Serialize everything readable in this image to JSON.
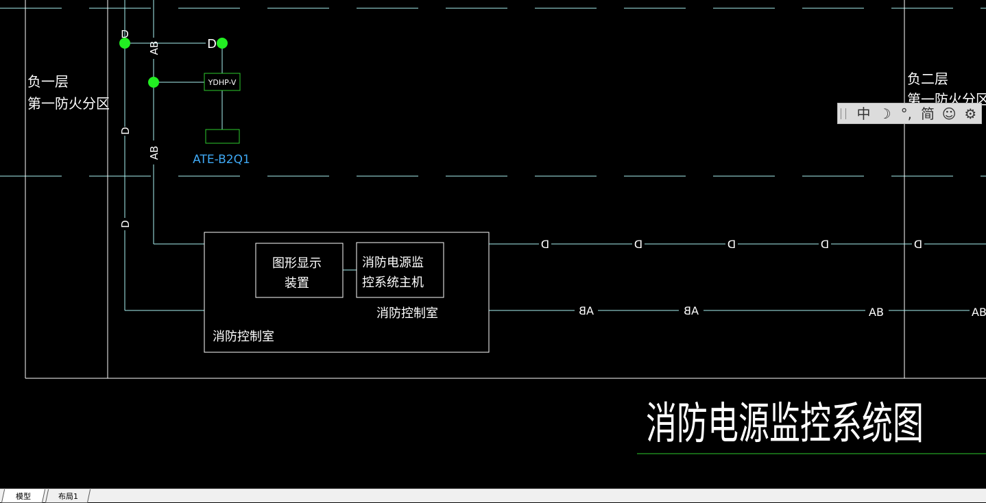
{
  "drawing": {
    "floor_labels": {
      "left_line1": "负一层",
      "left_line2": "第一防火分区",
      "right_line1": "负二层",
      "right_line2": "第一防火分区"
    },
    "wire_labels": {
      "ab": "AB",
      "d": "D",
      "ba_mirrored": "AB"
    },
    "device_label": "YDHP-V",
    "device_tag": "ATE-B2Q1",
    "control_room": {
      "outer_label": "消防控制室",
      "graphic_display_line1": "图形显示",
      "graphic_display_line2": "装置",
      "host_line1": "消防电源监",
      "host_line2": "控系统主机",
      "host_sublabel": "消防控制室"
    },
    "title": "消防电源监控系统图"
  },
  "ime_toolbar": {
    "chinese_mode": "中",
    "moon_icon": "☽",
    "punct_icon": "°,",
    "simplified": "简",
    "emoji_icon": "☺",
    "settings_icon": "⚙"
  },
  "tabs": {
    "model": "模型",
    "layout1": "布局1"
  },
  "colors": {
    "background": "#000000",
    "line_cyan": "#aaf4f4",
    "white": "#ffffff",
    "node_green": "#22ee22",
    "device_green": "#2ecc2e",
    "tag_blue": "#3fa9f5",
    "title_underline": "#2ecc2e"
  }
}
